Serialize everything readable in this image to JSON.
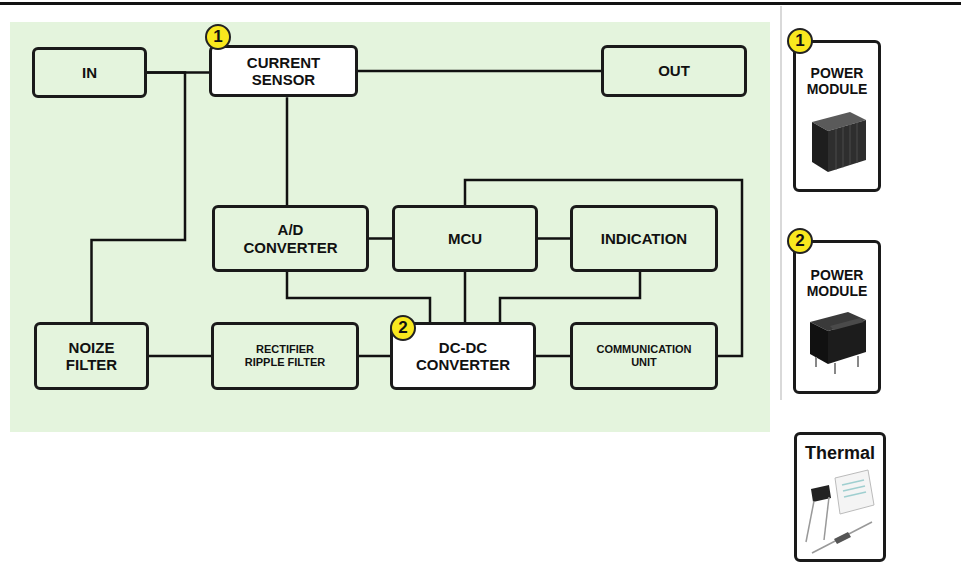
{
  "diagram": {
    "nodes": [
      {
        "text": [
          "IN"
        ]
      },
      {
        "text": [
          "CURRENT SENSOR"
        ]
      },
      {
        "text": [
          "OUT"
        ]
      },
      {
        "text": [
          "A/D CONVERTER"
        ]
      },
      {
        "text": [
          "MCU"
        ]
      },
      {
        "text": [
          "INDICATION"
        ]
      },
      {
        "text": [
          "NOIZE FILTER"
        ]
      },
      {
        "text": [
          "RECTIFIER RIPPLE FILTER"
        ]
      },
      {
        "text": [
          "DC-DC CONVERTER"
        ]
      },
      {
        "text": [
          "COMMUNICATION UNIT"
        ]
      },
      {
        "text": [
          "POWER MODULE"
        ]
      },
      {
        "text": [
          "POWER MODULE"
        ]
      },
      {
        "text": [
          "Thermal"
        ]
      }
    ],
    "edges": [
      {
        "from": 0,
        "to": 1,
        "arrow": "none"
      },
      {
        "from": 1,
        "to": 2,
        "arrow": "none"
      },
      {
        "from": 1,
        "to": 3,
        "arrow": "none"
      },
      {
        "from": 0,
        "to": 6,
        "arrow": "none"
      },
      {
        "from": 6,
        "to": 7,
        "arrow": "none"
      },
      {
        "from": 7,
        "to": 8,
        "arrow": "none"
      },
      {
        "from": 8,
        "to": 9,
        "arrow": "none"
      },
      {
        "from": 3,
        "to": 4,
        "arrow": "none"
      },
      {
        "from": 4,
        "to": 5,
        "arrow": "none"
      },
      {
        "from": 4,
        "to": 8,
        "arrow": "none"
      },
      {
        "from": 3,
        "to": 8,
        "arrow": "none"
      },
      {
        "from": 5,
        "to": 8,
        "arrow": "none"
      },
      {
        "from": 9,
        "to": 4,
        "arrow": "none"
      }
    ],
    "labels": [
      "1",
      "2",
      "1",
      "2"
    ]
  }
}
